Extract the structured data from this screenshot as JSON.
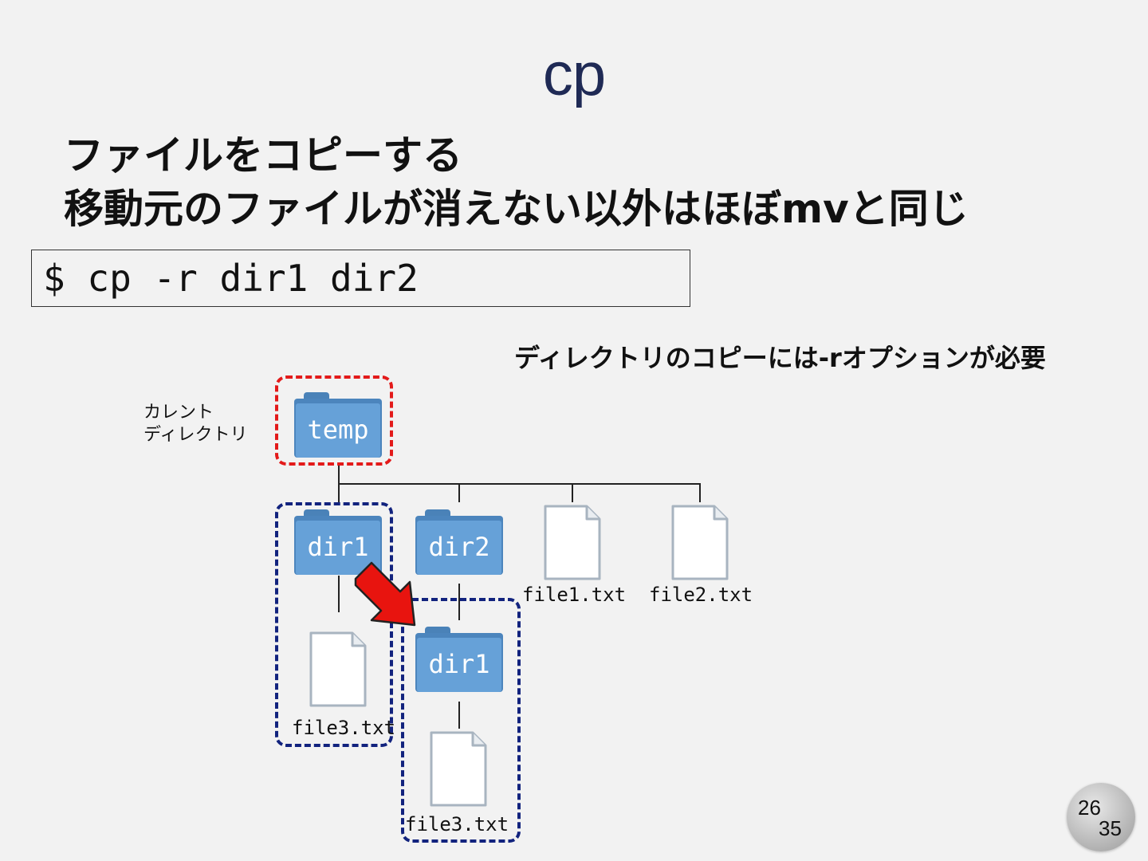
{
  "slide": {
    "title": "cp",
    "subtitle_line1": "ファイルをコピーする",
    "subtitle_line2": "移動元のファイルが消えない以外はほぼmvと同じ",
    "command": "$ cp -r dir1 dir2",
    "note": "ディレクトリのコピーには-rオプションが必要",
    "current_dir_label_line1": "カレント",
    "current_dir_label_line2": "ディレクトリ"
  },
  "tree": {
    "root_folder": "temp",
    "folder_dir1": "dir1",
    "folder_dir2": "dir2",
    "folder_dir1_copy": "dir1",
    "file1": "file1.txt",
    "file2": "file2.txt",
    "file3_original": "file3.txt",
    "file3_copy": "file3.txt"
  },
  "colors": {
    "title": "#1f2a55",
    "current_highlight": "#e31a1a",
    "copy_highlight": "#12237e",
    "folder": "#66a1d8",
    "arrow": "#e8140f"
  },
  "page": {
    "current": "26",
    "total": "35"
  }
}
